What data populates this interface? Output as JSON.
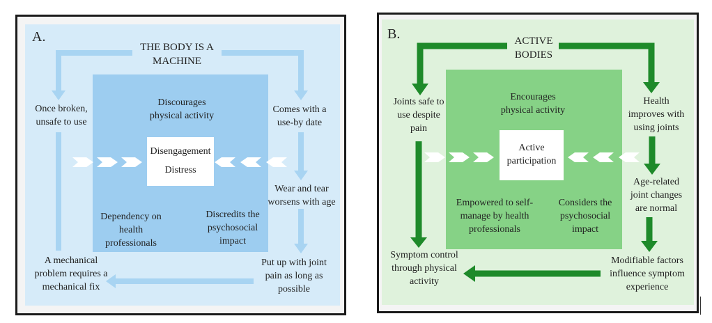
{
  "panel_a": {
    "letter": "A.",
    "title_line1": "THE BODY IS A",
    "title_line2": "MACHINE",
    "center_line1": "Discourages",
    "center_line2": "physical activity",
    "box_line1": "Disengagement",
    "box_line2": "Distress",
    "left_top_line1": "Once broken,",
    "left_top_line2": "unsafe to use",
    "right_top_line1": "Comes with a",
    "right_top_line2": "use-by date",
    "right_mid_line1": "Wear and tear",
    "right_mid_line2": "worsens with age",
    "inner_left_line1": "Dependency on",
    "inner_left_line2": "health",
    "inner_left_line3": "professionals",
    "inner_right_line1": "Discredits the",
    "inner_right_line2": "psychosocial",
    "inner_right_line3": "impact",
    "bottom_right_line1": "Put up with joint",
    "bottom_right_line2": "pain as long as",
    "bottom_right_line3": "possible",
    "bottom_left_line1": "A mechanical",
    "bottom_left_line2": "problem requires a",
    "bottom_left_line3": "mechanical fix",
    "colors": {
      "frame_bg": "#d6ebf9",
      "center_bg": "#9dcdf0",
      "arrow": "#a8d4f2"
    }
  },
  "panel_b": {
    "letter": "B.",
    "title_line1": "ACTIVE",
    "title_line2": "BODIES",
    "center_line1": "Encourages",
    "center_line2": "physical activity",
    "box_line1": "Active",
    "box_line2": "participation",
    "left_top_line1": "Joints safe to",
    "left_top_line2": "use despite",
    "left_top_line3": "pain",
    "right_top_line1": "Health",
    "right_top_line2": "improves with",
    "right_top_line3": "using joints",
    "right_mid_line1": "Age-related",
    "right_mid_line2": "joint changes",
    "right_mid_line3": "are normal",
    "inner_left_line1": "Empowered to self-",
    "inner_left_line2": "manage by health",
    "inner_left_line3": "professionals",
    "inner_right_line1": "Considers the",
    "inner_right_line2": "psychosocial",
    "inner_right_line3": "impact",
    "bottom_right_line1": "Modifiable factors",
    "bottom_right_line2": "influence symptom",
    "bottom_right_line3": "experience",
    "bottom_left_line1": "Symptom control",
    "bottom_left_line2": "through physical",
    "bottom_left_line3": "activity",
    "colors": {
      "frame_bg": "#dff2dc",
      "center_bg": "#86d286",
      "arrow": "#1e8a2a"
    }
  }
}
